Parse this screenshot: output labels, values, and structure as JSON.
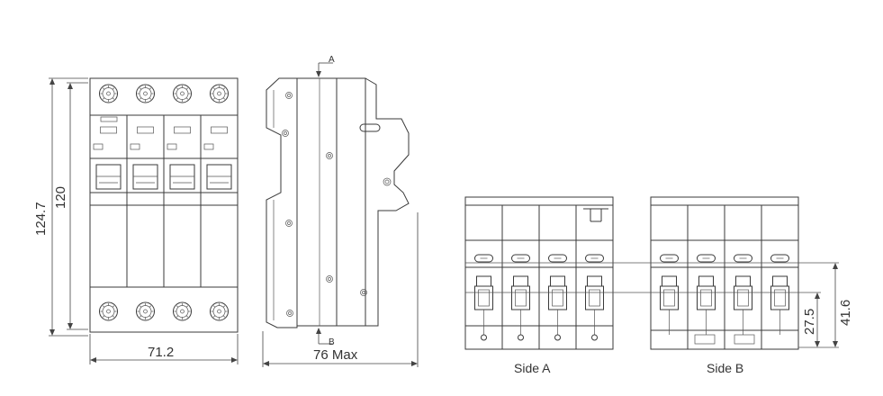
{
  "front_view": {
    "poles": 4,
    "dim_total_height": "124.7",
    "dim_body_height": "120",
    "dim_width": "71.2"
  },
  "side_view": {
    "section_top": "A",
    "section_bottom": "B",
    "dim_depth": "76 Max"
  },
  "terminal_views": {
    "side_a_label": "Side A",
    "side_b_label": "Side B",
    "dim_upper": "41.6",
    "dim_lower": "27.5"
  },
  "colors": {
    "line": "#3a3a3a",
    "text": "#333333",
    "background": "#ffffff"
  }
}
